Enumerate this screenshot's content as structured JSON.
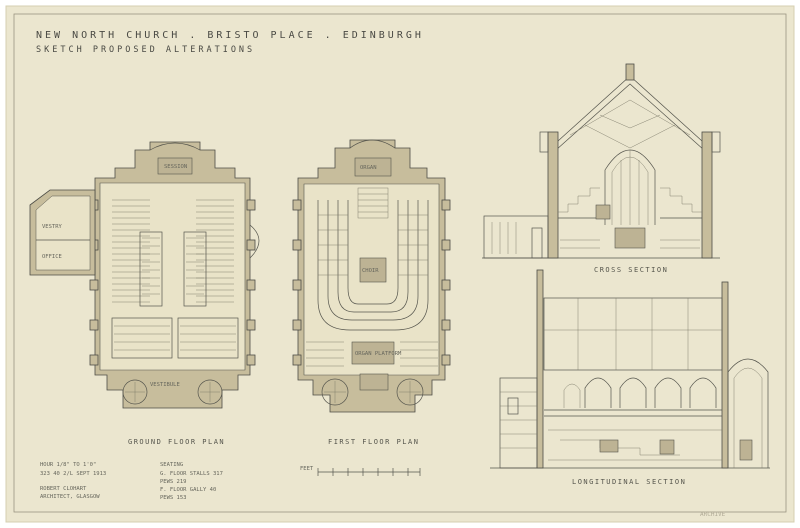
{
  "sheet": {
    "title_line1": "NEW NORTH CHURCH . BRISTO PLACE . EDINBURGH",
    "title_line2": "SKETCH PROPOSED ALTERATIONS",
    "paper_color": "#ebe6cf",
    "ink_color": "#4a4a44"
  },
  "drawings": {
    "ground_floor": "GROUND FLOOR PLAN",
    "first_floor": "FIRST FLOOR PLAN",
    "cross_section": "CROSS SECTION",
    "longitudinal_section": "LONGITUDINAL SECTION"
  },
  "notes": {
    "scale_line1": "HOUR 1/8\" TO 1'0\"",
    "scale_line2": "323 40 2/L   SEPT 1913",
    "signature_line1": "ROBERT CLOHART",
    "signature_line2": "ARCHITECT, GLASGOW",
    "seating_title": "SEATING",
    "seating_row1": "G. FLOOR  STALLS  317",
    "seating_row2": "          PEWS    219",
    "seating_row3": "F. FLOOR  GALLY    40",
    "seating_row4": "          PEWS    153",
    "scalebar_label": "FEET"
  },
  "room_labels": {
    "vestry": "VESTRY",
    "organ_platform": "ORGAN PLATFORM",
    "session": "SESSION",
    "vestibule": "VESTIBULE",
    "organ": "ORGAN",
    "choir": "CHOIR",
    "office": "OFFICE"
  },
  "stamp": "ARCHIVE"
}
